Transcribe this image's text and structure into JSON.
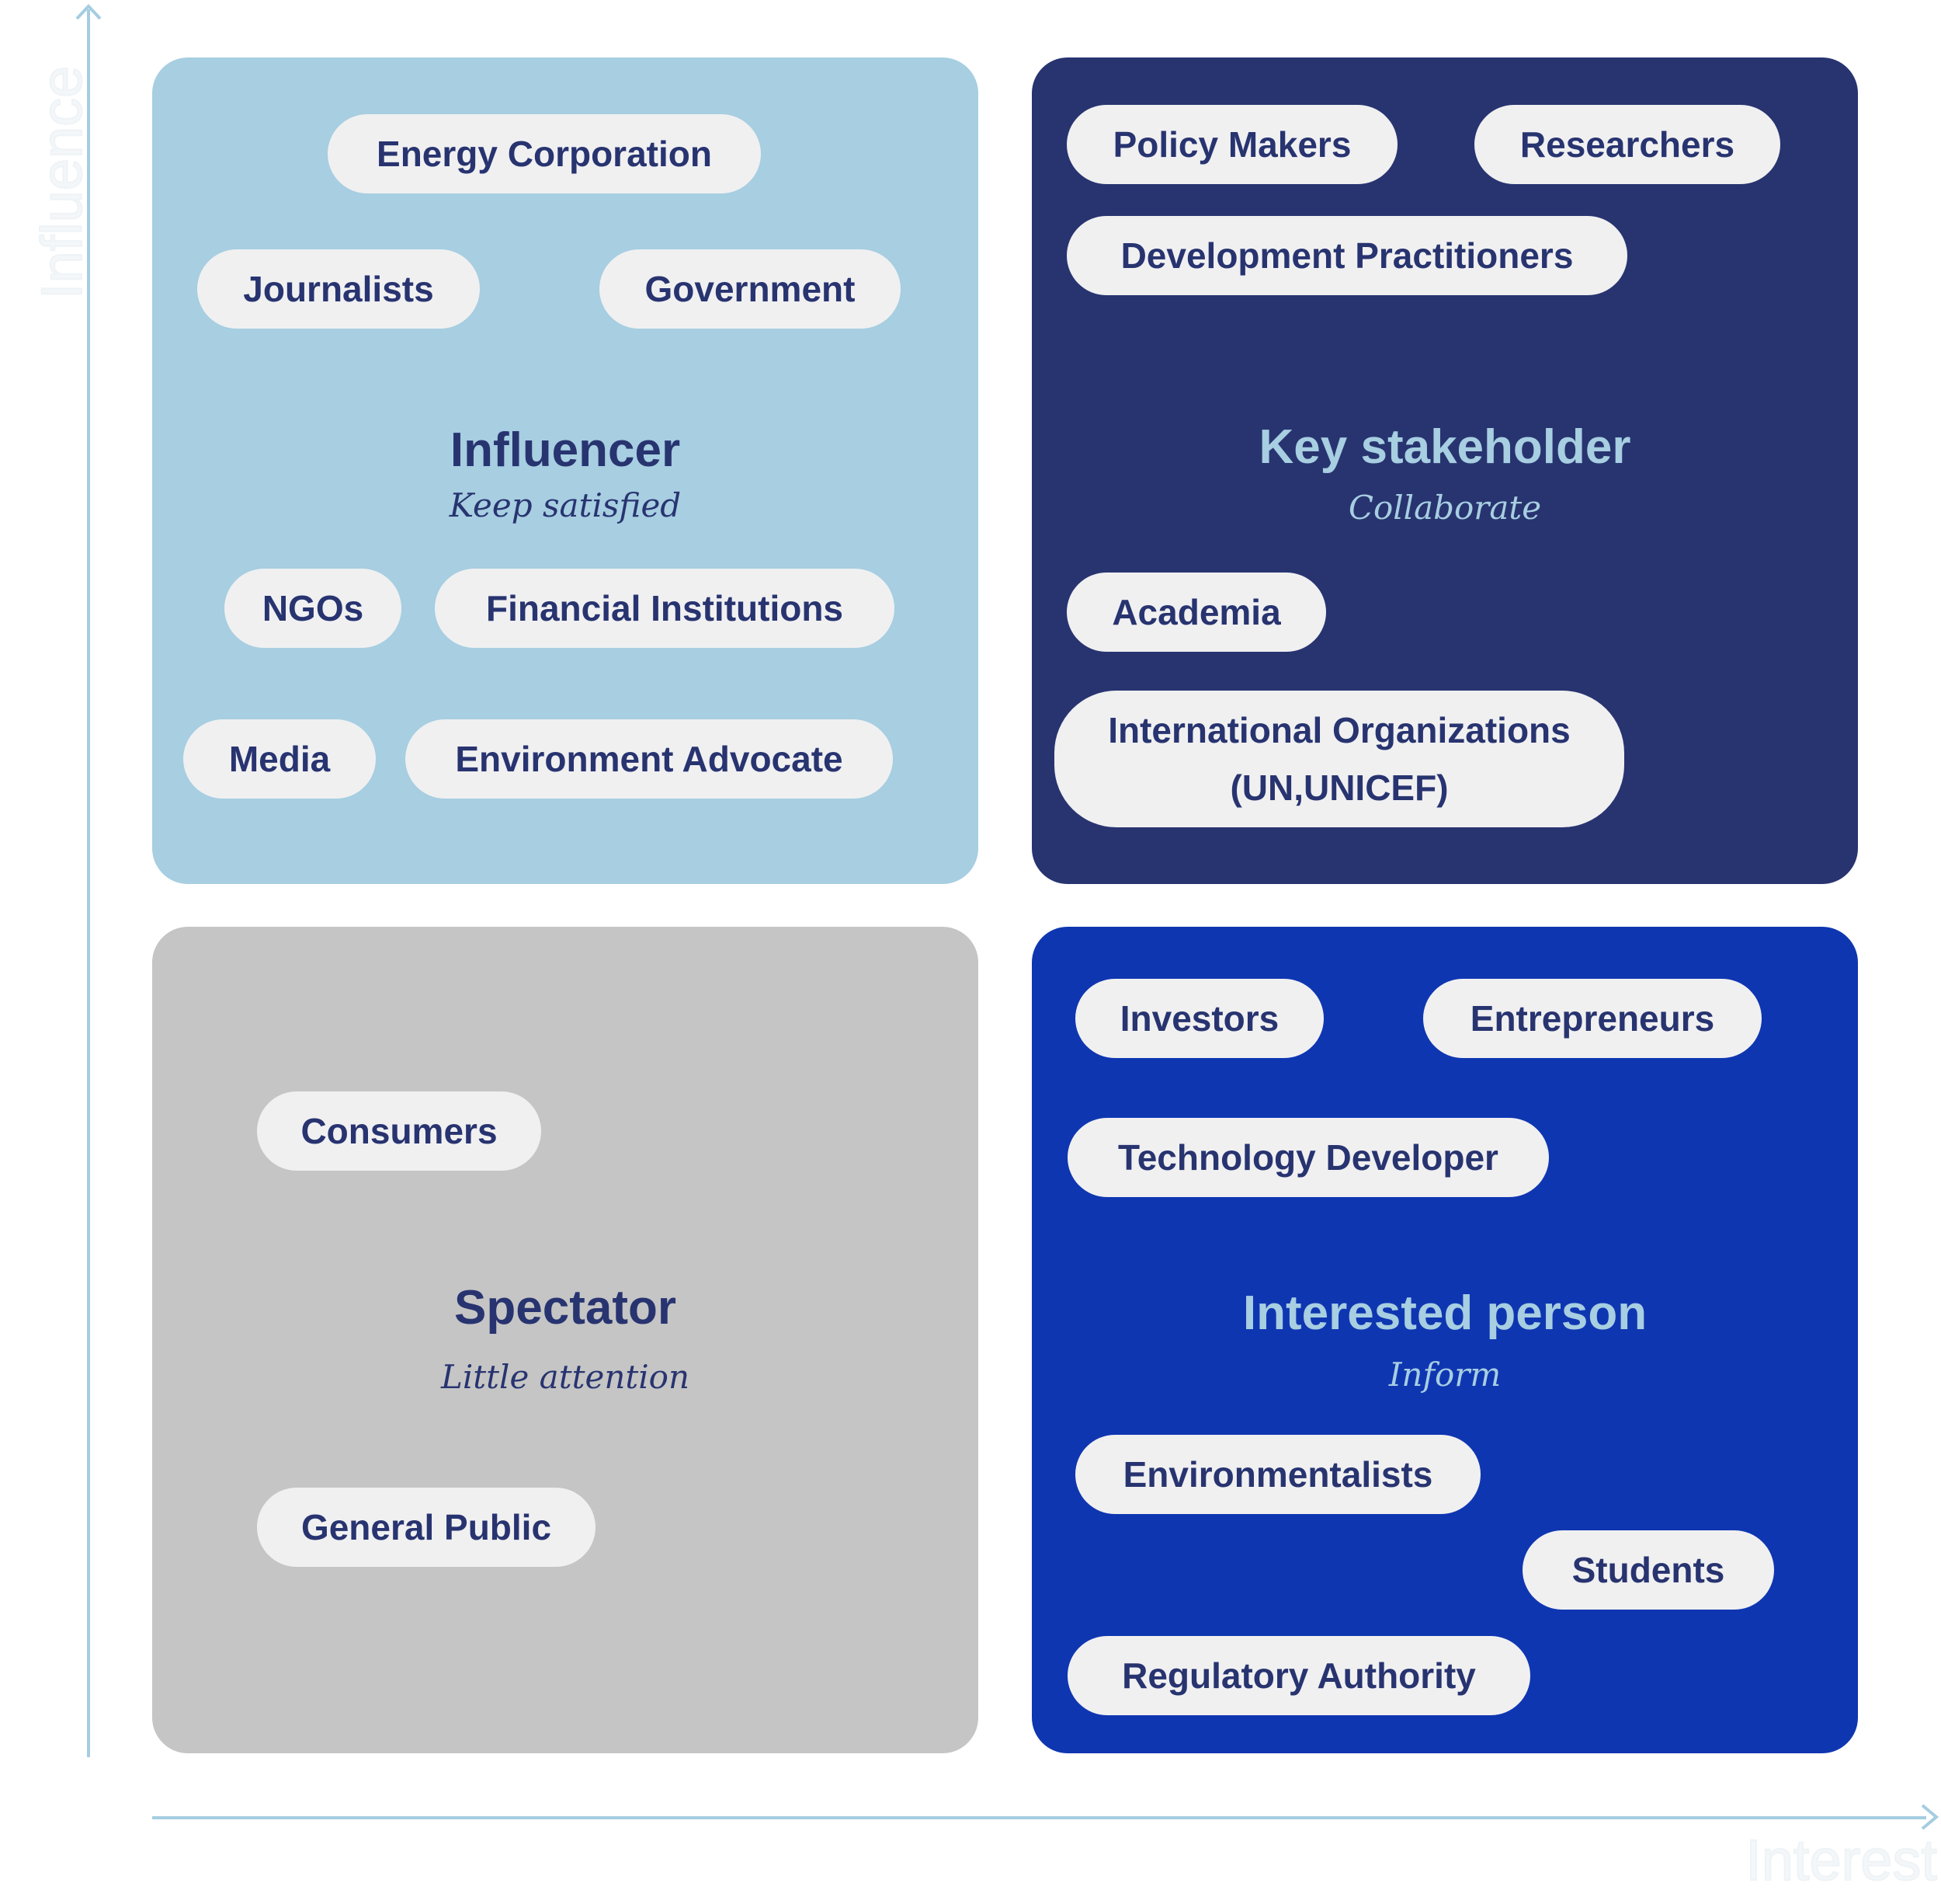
{
  "axes": {
    "y_label": "Influence",
    "x_label": "Interest",
    "color": "#a5cde1"
  },
  "quadrants": {
    "influencer": {
      "title": "Influencer",
      "subtitle": "Keep satisfied",
      "color": "#a7cee1",
      "items": [
        "Energy Corporation",
        "Journalists",
        "Government",
        "NGOs",
        "Financial Institutions",
        "Media",
        "Environment Advocate"
      ]
    },
    "key_stakeholder": {
      "title": "Key stakeholder",
      "subtitle": "Collaborate",
      "color": "#283470",
      "items": [
        "Policy Makers",
        "Researchers",
        "Development Practitioners",
        "Academia",
        "International Organizations (UN,UNICEF)"
      ]
    },
    "spectator": {
      "title": "Spectator",
      "subtitle": "Little attention",
      "color": "#c5c5c5",
      "items": [
        "Consumers",
        "General Public"
      ]
    },
    "interested_person": {
      "title": "Interested person",
      "subtitle": "Inform",
      "color": "#0f36b1",
      "items": [
        "Investors",
        "Entrepreneurs",
        "Technology Developer",
        "Environmentalists",
        "Students",
        "Regulatory Authority"
      ]
    }
  }
}
